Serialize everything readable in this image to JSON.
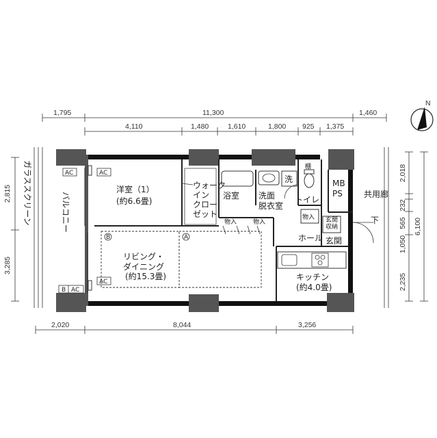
{
  "compass": {
    "label": "N"
  },
  "dimensions": {
    "top_outer": [
      "1,795",
      "11,300",
      "1,460"
    ],
    "top_inner": [
      "4,110",
      "1,480",
      "1,610",
      "1,800",
      "925",
      "1,375"
    ],
    "left": [
      "2,815",
      "3,285"
    ],
    "right_inner": [
      "2,018",
      "232",
      "565",
      "1,050",
      "2,235"
    ],
    "right_outer": "6,100",
    "bottom": [
      "2,020",
      "8,044",
      "3,256"
    ]
  },
  "rooms": {
    "western_room_name": "洋室（1）",
    "western_room_size": "(約6.6畳)",
    "walkin_closet": [
      "ウォーク",
      "イン",
      "クロー",
      "ゼット"
    ],
    "bathroom": "浴室",
    "washroom": [
      "洗面",
      "脱衣室"
    ],
    "wash": "洗",
    "toilet": "トイレ",
    "shelf": "棚",
    "mbps": [
      "MB",
      "PS"
    ],
    "corridor": [
      "共用廊",
      "下"
    ],
    "living_name": [
      "リビング・",
      "ダイニング"
    ],
    "living_size": "(約15.3畳)",
    "kitchen_name": "キッチン",
    "kitchen_size": "(約4.0畳)",
    "hall": "ホール",
    "entrance": "玄関",
    "entrance_storage": [
      "玄関",
      "収納"
    ],
    "storage1": "物入",
    "storage2": "物入",
    "storage3": "物入",
    "balcony": "バルコニー",
    "glass_screen": "ガラススクリーン"
  },
  "markers": {
    "ac1": "AC",
    "ac2": "AC",
    "ac3": "AC",
    "ac4": "AC",
    "b": "B",
    "circle_b": "B",
    "circle_a": "A"
  }
}
